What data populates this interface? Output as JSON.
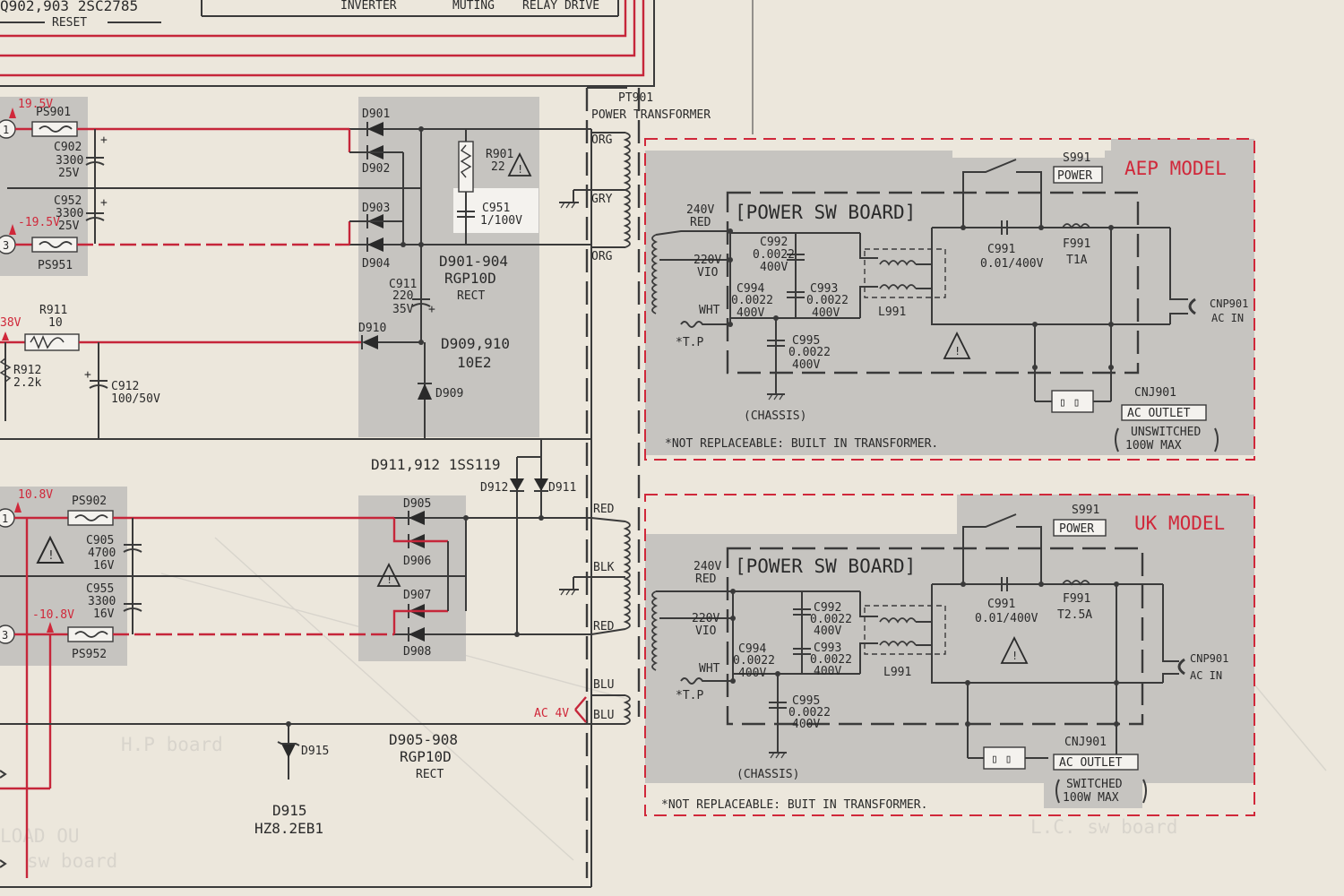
{
  "colors": {
    "paper": "#ece7dc",
    "shade": "#c6c4c0",
    "ink": "#2a2a2a",
    "red": "#d0283a"
  },
  "top": {
    "q_label": "Q902,903 2SC2785",
    "reset": "RESET",
    "inverter": "INVERTER",
    "muting": "MUTING",
    "relay": "RELAY DRIVE"
  },
  "left": {
    "v195": "19.5V",
    "ps901": "PS901",
    "c902": [
      "C902",
      "3300",
      "25V"
    ],
    "c952": [
      "C952",
      "3300",
      "25V"
    ],
    "vm195": "-19.5V",
    "ps951": "PS951",
    "v38": "38V",
    "r911": [
      "R911",
      "10"
    ],
    "r912": [
      "R912",
      "2.2k"
    ],
    "c912": [
      "C912",
      "100/50V"
    ],
    "v108": "10.8V",
    "ps902": "PS902",
    "c905": [
      "C905",
      "4700",
      "16V"
    ],
    "c955": [
      "C955",
      "3300",
      "16V"
    ],
    "vm108": "-10.8V",
    "ps952": "PS952",
    "n1": "1",
    "n3": "3",
    "n1b": "1",
    "n3b": "3"
  },
  "diodes": {
    "d901": "D901",
    "d902": "D902",
    "d903": "D903",
    "d904": "D904",
    "r901": [
      "R901",
      "22"
    ],
    "c951": [
      "C951",
      "1/100V"
    ],
    "d901_904": [
      "D901-904",
      "RGP10D",
      "RECT"
    ],
    "c911": [
      "C911",
      "220",
      "35V"
    ],
    "d910": "D910",
    "d909_910": [
      "D909,910",
      "10E2"
    ],
    "d909": "D909",
    "d911_912": "D911,912 1SS119",
    "d912": "D912",
    "d911": "D911",
    "d905": "D905",
    "d906": "D906",
    "d907": "D907",
    "d908": "D908",
    "d905_908": [
      "D905-908",
      "RGP10D",
      "RECT"
    ],
    "d915": "D915",
    "d915_part": [
      "D915",
      "HZ8.2EB1"
    ]
  },
  "transformer": {
    "pt901": "PT901",
    "title": "POWER TRANSFORMER",
    "org1": "ORG",
    "gry": "GRY",
    "org2": "ORG",
    "red1": "RED",
    "blk": "BLK",
    "red2": "RED",
    "blu1": "BLU",
    "blu2": "BLU",
    "ac4v": "AC 4V"
  },
  "aep": {
    "model": "AEP MODEL",
    "board": "[POWER SW BOARD]",
    "s991": "S991",
    "power": "POWER",
    "v240": [
      "240V",
      "RED"
    ],
    "v220": [
      "220V",
      "VIO"
    ],
    "wht": "WHT",
    "tp": "*T.P",
    "c992": [
      "C992",
      "0.0022",
      "400V"
    ],
    "c994": [
      "C994",
      "0.0022",
      "400V"
    ],
    "c993": [
      "C993",
      "0.0022",
      "400V"
    ],
    "c995": [
      "C995",
      "0.0022",
      "400V"
    ],
    "l991": "L991",
    "c991": [
      "C991",
      "0.01/400V"
    ],
    "f991": [
      "F991",
      "T1A"
    ],
    "cnp901": [
      "CNP901",
      "AC IN"
    ],
    "chassis": "(CHASSIS)",
    "cnj901": "CNJ901",
    "outlet": "AC OUTLET",
    "outlet_note": [
      "UNSWITCHED",
      "100W MAX"
    ],
    "footnote": "*NOT REPLACEABLE: BUILT IN TRANSFORMER."
  },
  "uk": {
    "model": "UK MODEL",
    "board": "[POWER SW BOARD]",
    "s991": "S991",
    "power": "POWER",
    "v240": [
      "240V",
      "RED"
    ],
    "v220": [
      "220V",
      "VIO"
    ],
    "wht": "WHT",
    "tp": "*T.P",
    "c992": [
      "C992",
      "0.0022",
      "400V"
    ],
    "c994": [
      "C994",
      "0.0022",
      "400V"
    ],
    "c993": [
      "C993",
      "0.0022",
      "400V"
    ],
    "c995": [
      "C995",
      "0.0022",
      "400V"
    ],
    "l991": "L991",
    "c991": [
      "C991",
      "0.01/400V"
    ],
    "f991": [
      "F991",
      "T2.5A"
    ],
    "cnp901": [
      "CNP901",
      "AC IN"
    ],
    "chassis": "(CHASSIS)",
    "cnj901": "CNJ901",
    "outlet": "AC OUTLET",
    "outlet_note": [
      "SWITCHED",
      "100W MAX"
    ],
    "footnote": "*NOT REPLACEABLE: BUIT IN TRANSFORMER."
  },
  "ghost": {
    "hp": "H.P board",
    "load": "LOAD OU",
    "sw": "sw board",
    "lc": "L.C. sw board"
  }
}
